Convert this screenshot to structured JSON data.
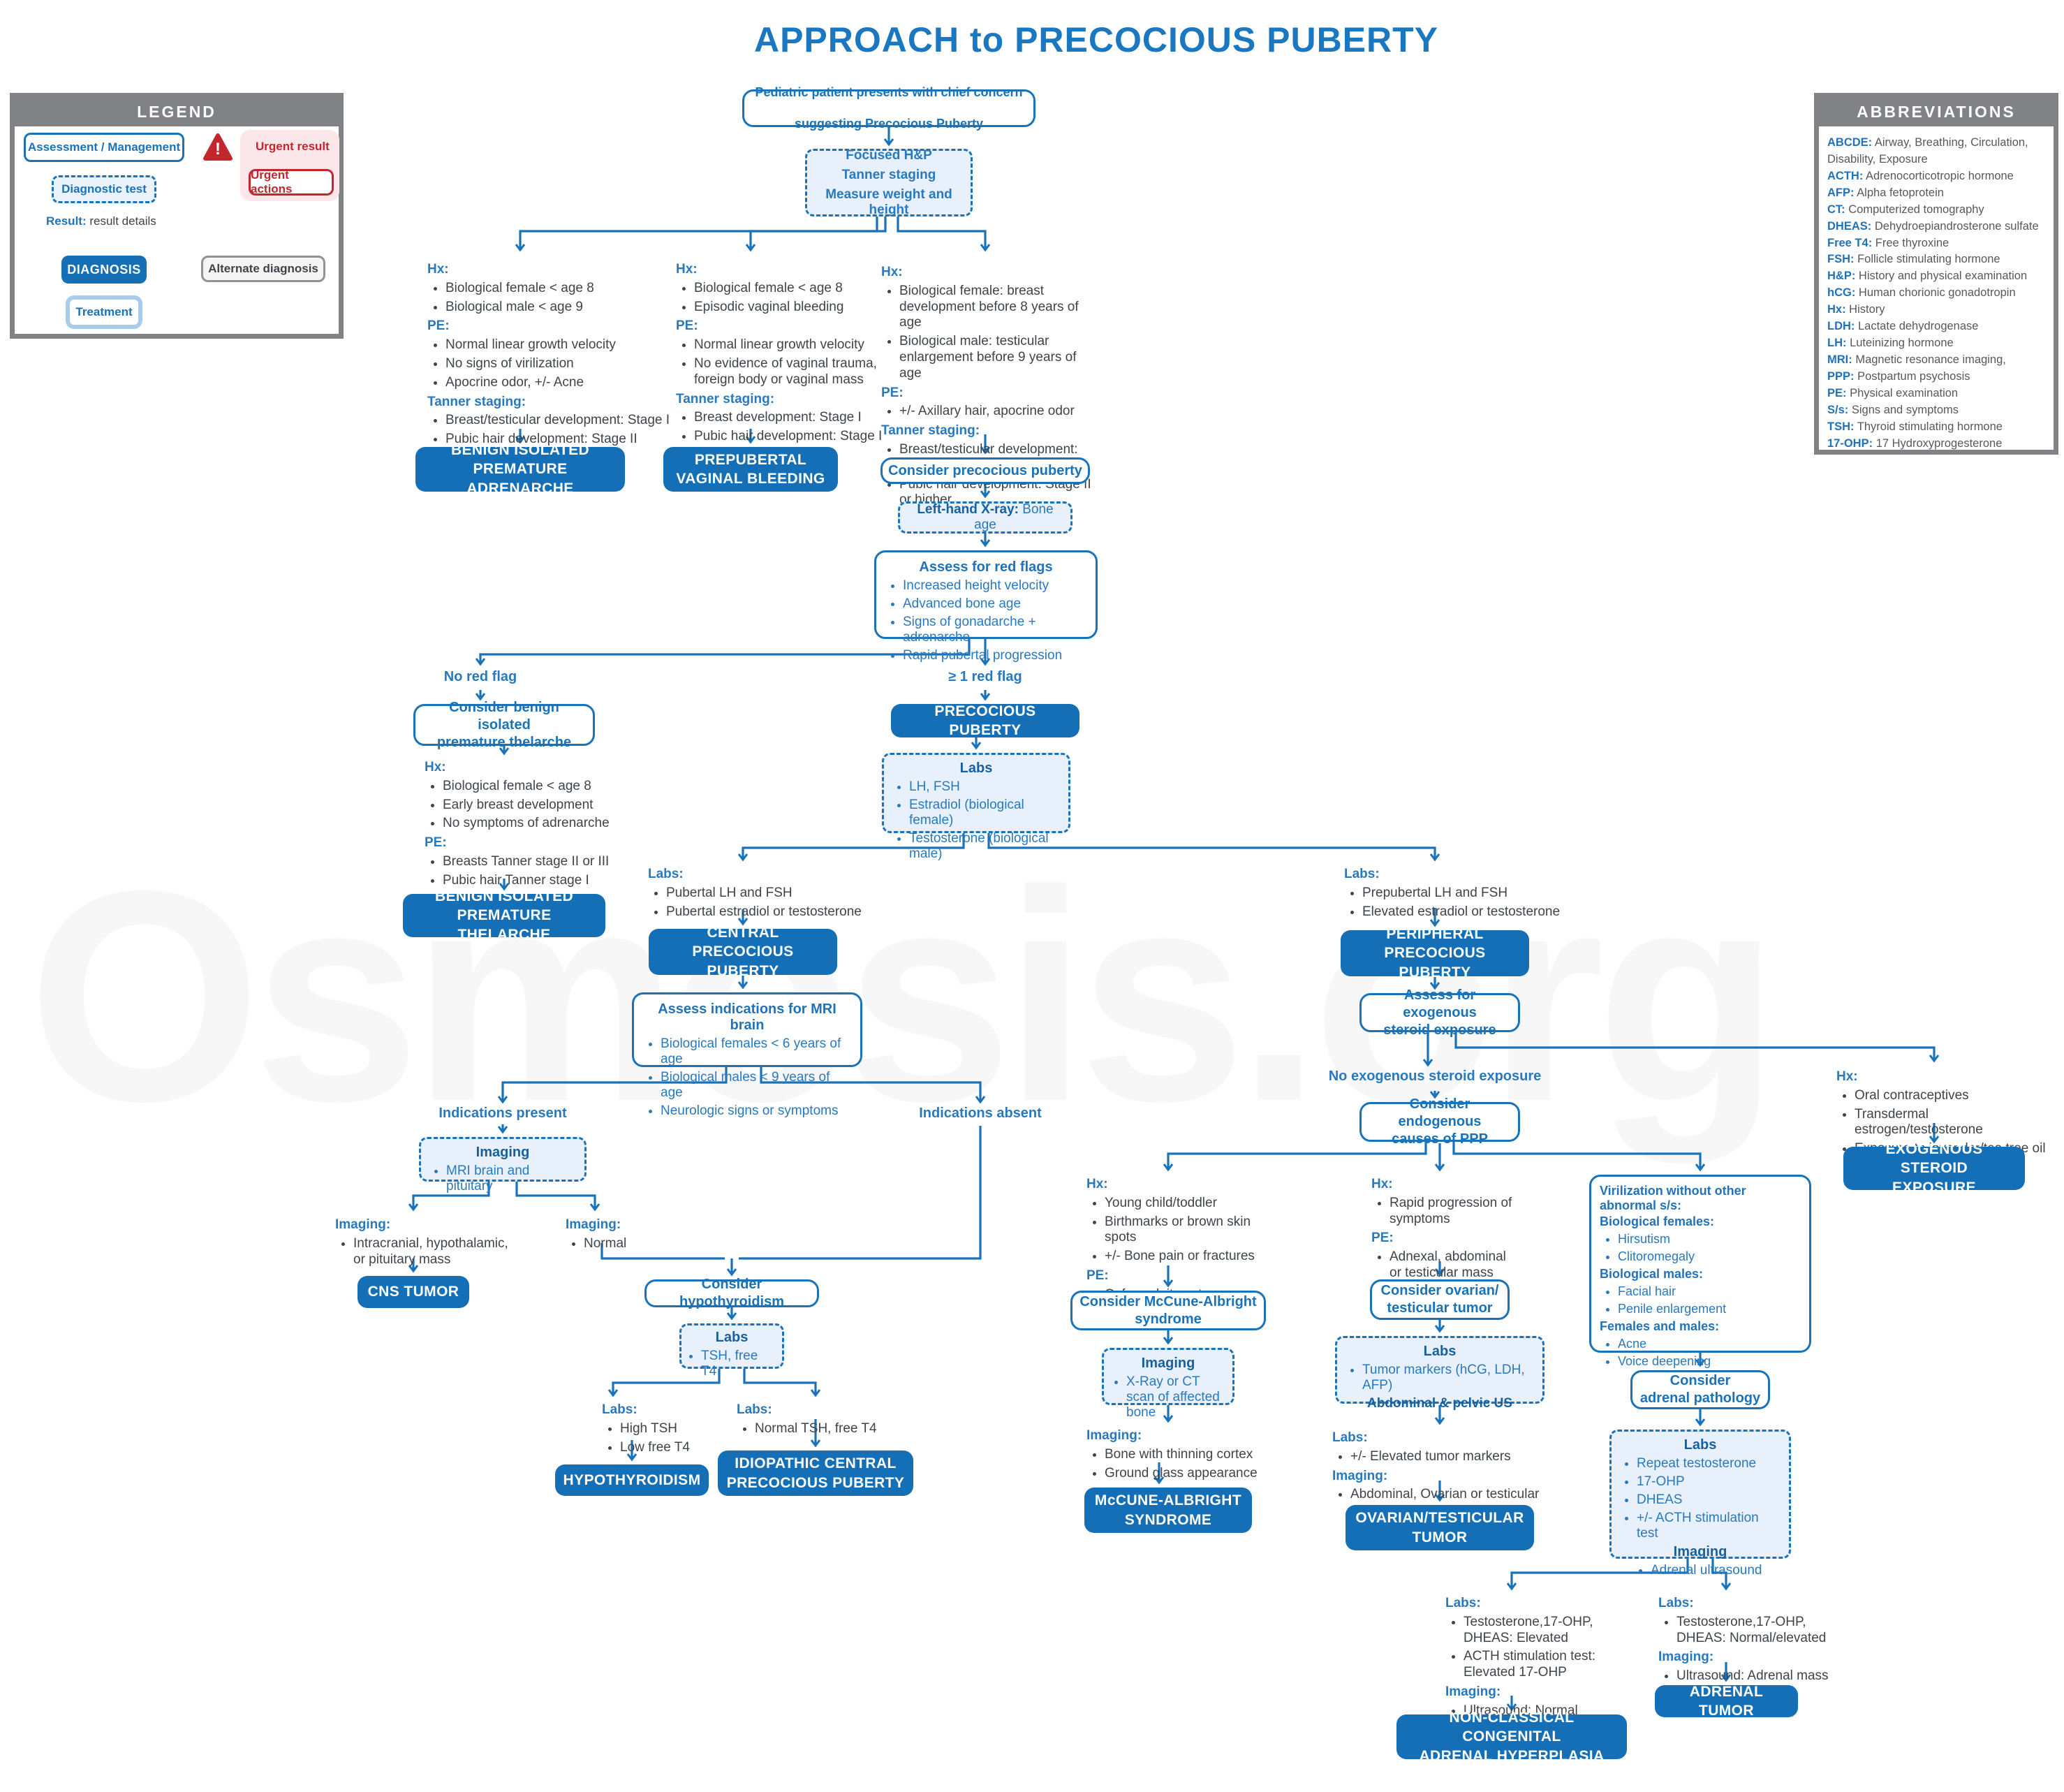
{
  "title": "APPROACH to PRECOCIOUS PUBERTY",
  "watermark": "Osmosis.org",
  "colors": {
    "primary_blue": "#1a73b9",
    "solid_box_blue": "#146fb7",
    "label_blue": "#2979be",
    "body_text": "#3f444a",
    "panel_gray": "#808285",
    "urgent_red": "#c1272d",
    "dashed_fill": "#e8f1fb"
  },
  "legend": {
    "header": "LEGEND",
    "assessment": "Assessment / Management",
    "urgent_result": "Urgent result",
    "urgent_actions": "Urgent actions",
    "diagnostic_test": "Diagnostic test",
    "result_label": "Result:",
    "result_details": " result details",
    "diagnosis": "DIAGNOSIS",
    "treatment": "Treatment",
    "alternate": "Alternate diagnosis",
    "warning_icon": "exclamation-triangle"
  },
  "abbreviations": {
    "header": "ABBREVIATIONS",
    "items": [
      {
        "abbr": "ABCDE:",
        "full": "Airway, Breathing, Circulation, Disability, Exposure"
      },
      {
        "abbr": "ACTH:",
        "full": "Adrenocorticotropic hormone"
      },
      {
        "abbr": "AFP:",
        "full": "Alpha fetoprotein"
      },
      {
        "abbr": "CT:",
        "full": "Computerized tomography"
      },
      {
        "abbr": "DHEAS:",
        "full": "Dehydroepiandrosterone sulfate"
      },
      {
        "abbr": "Free T4:",
        "full": "Free thyroxine"
      },
      {
        "abbr": "FSH:",
        "full": "Follicle stimulating hormone"
      },
      {
        "abbr": "H&P:",
        "full": "History and physical examination"
      },
      {
        "abbr": "hCG:",
        "full": "Human chorionic gonadotropin"
      },
      {
        "abbr": "Hx:",
        "full": "History"
      },
      {
        "abbr": "LDH:",
        "full": "Lactate dehydrogenase"
      },
      {
        "abbr": "LH:",
        "full": "Luteinizing hormone"
      },
      {
        "abbr": "MRI:",
        "full": "Magnetic resonance imaging,"
      },
      {
        "abbr": "PPP:",
        "full": "Postpartum psychosis"
      },
      {
        "abbr": "PE:",
        "full": "Physical examination"
      },
      {
        "abbr": "S/s:",
        "full": "Signs and symptoms"
      },
      {
        "abbr": "TSH:",
        "full": "Thyroid stimulating hormone"
      },
      {
        "abbr": "17-OHP:",
        "full": "17 Hydroxyprogesterone"
      }
    ]
  },
  "labels": {
    "hx": "Hx:",
    "pe": "PE:",
    "tanner": "Tanner staging:",
    "labs": "Labs:",
    "imaging": "Imaging:"
  },
  "flow": {
    "root": {
      "line1": "Pediatric patient presents with chief concern",
      "line2a": "suggesting ",
      "line2b": "Precocious Puberty"
    },
    "triage": {
      "l1": "Focused H&P",
      "l2": "Tanner staging",
      "l3": "Measure weight and height"
    },
    "adrenarche": {
      "hx": [
        "Biological female < age 8",
        "Biological male < age 9"
      ],
      "pe": [
        "Normal linear growth velocity",
        "No signs of virilization",
        "Apocrine odor, +/- Acne"
      ],
      "tanner": [
        "Breast/testicular development: Stage I",
        "Pubic hair development: Stage II"
      ],
      "dx": "BENIGN ISOLATED\nPREMATURE ADRENARCHE"
    },
    "vaginal": {
      "hx": [
        "Biological female < age 8",
        "Episodic vaginal bleeding"
      ],
      "pe": [
        "Normal linear growth velocity",
        "No evidence of vaginal trauma, foreign body or vaginal mass"
      ],
      "tanner": [
        "Breast development: Stage I",
        "Pubic hair development: Stage I"
      ],
      "dx": "PREPUBERTAL\nVAGINAL BLEEDING"
    },
    "pp_col": {
      "hx": [
        "Biological female: breast development before 8 years of age",
        "Biological male: testicular enlargement before 9 years of age"
      ],
      "pe": [
        "+/- Axillary hair, apocrine odor"
      ],
      "tanner": [
        "Breast/testicular development: Stage II or higher",
        "Pubic hair development: Stage II or higher"
      ],
      "consider": "Consider precocious puberty",
      "xray_label": "Left-hand X-ray:",
      "xray_value": " Bone age",
      "redflags_title": "Assess for red flags",
      "redflags": [
        "Increased height velocity",
        "Advanced bone age",
        "Signs of gonadarche + adrenarche",
        "Rapid pubertal progression"
      ],
      "no_flag": "No red flag",
      "ge_flag": "≥ 1 red flag"
    },
    "thelarche": {
      "consider": "Consider benign isolated\npremature thelarche",
      "hx": [
        "Biological female < age 8",
        "Early breast development",
        "No symptoms of adrenarche"
      ],
      "pe": [
        "Breasts Tanner stage II or III",
        "Pubic hair Tanner stage I"
      ],
      "dx": "BENIGN ISOLATED\nPREMATURE THELARCHE"
    },
    "pp": {
      "dx": "PRECOCIOUS PUBERTY",
      "labs_title": "Labs",
      "labs": [
        "LH, FSH",
        "Estradiol (biological female)",
        "Testosterone (biological male)"
      ]
    },
    "central": {
      "labs": [
        "Pubertal LH and FSH",
        "Pubertal estradiol or testosterone"
      ],
      "dx": "CENTRAL PRECOCIOUS\nPUBERTY",
      "mri_title": "Assess indications for MRI brain",
      "mri": [
        "Biological females < 6 years of age",
        "Biological males < 9 years of age",
        "Neurologic signs or symptoms"
      ],
      "present": "Indications present",
      "absent": "Indications absent",
      "imaging_title": "Imaging",
      "imaging": [
        "MRI brain and pituitary"
      ],
      "img_mass": [
        "Intracranial, hypothalamic, or pituitary mass"
      ],
      "img_normal": [
        "Normal"
      ],
      "cns_dx": "CNS TUMOR",
      "hypo_consider": "Consider hypothyroidism",
      "hypo_labs_title": "Labs",
      "hypo_labs": [
        "TSH, free T4"
      ],
      "hypo_high": [
        "High TSH",
        "Low free T4"
      ],
      "hypo_normal": [
        "Normal TSH, free T4"
      ],
      "hypo_dx": "HYPOTHYROIDISM",
      "idio_dx": "IDIOPATHIC CENTRAL\nPRECOCIOUS PUBERTY"
    },
    "peripheral": {
      "labs": [
        "Prepubertal LH and FSH",
        "Elevated estradiol or testosterone"
      ],
      "dx": "PERIPHERAL\nPRECOCIOUS PUBERTY",
      "assess": "Assess for exogenous\nsteroid exposure",
      "no_exposure": "No exogenous steroid exposure",
      "endogenous": "Consider endogenous\ncauses of PPP",
      "exo": {
        "hx": [
          "Oral contraceptives",
          "Transdermal estrogen/testosterone",
          "Exposure to lavender/tea tree oil"
        ],
        "dx": "EXOGENOUS STEROID\nEXPOSURE"
      },
      "mccune": {
        "hx": [
          "Young child/toddler",
          "Birthmarks or brown skin spots",
          "+/- Bone pain or fractures"
        ],
        "pe": [
          "Cafe-au-lait spots"
        ],
        "consider": "Consider McCune-Albright\nsyndrome",
        "imaging_title": "Imaging",
        "imaging": [
          "X-Ray or CT scan of affected bone"
        ],
        "img_results": [
          "Bone with thinning cortex",
          "Ground glass appearance"
        ],
        "dx": "McCUNE-ALBRIGHT\nSYNDROME"
      },
      "gonadal": {
        "hx": [
          "Rapid progression of symptoms"
        ],
        "pe": [
          "Adnexal, abdominal or testicular mass"
        ],
        "consider": "Consider ovarian/\ntesticular tumor",
        "labs_title": "Labs",
        "labs": [
          "Tumor markers (hCG, LDH, AFP)"
        ],
        "labs_extra": "Abdominal & pelvic US",
        "labs_results": [
          "+/- Elevated tumor markers"
        ],
        "img_results": [
          "Abdominal, Ovarian or testicular mass"
        ],
        "dx": "OVARIAN/TESTICULAR\nTUMOR"
      },
      "adrenal": {
        "viril_title": "Virilization without other abnormal s/s:",
        "f_label": "Biological females:",
        "f": [
          "Hirsutism",
          "Clitoromegaly"
        ],
        "m_label": "Biological males:",
        "m": [
          "Facial hair",
          "Penile enlargement"
        ],
        "fm_label": "Females and males:",
        "fm": [
          "Acne",
          "Voice deepening"
        ],
        "consider": "Consider\nadrenal pathology",
        "labs_title": "Labs",
        "labs": [
          "Repeat testosterone",
          "17-OHP",
          "DHEAS",
          "+/- ACTH stimulation test"
        ],
        "imaging_title": "Imaging",
        "imaging": [
          "Adrenal ultrasound"
        ],
        "ncah": {
          "labs": [
            "Testosterone,17-OHP, DHEAS: Elevated",
            "ACTH stimulation test: Elevated 17-OHP"
          ],
          "imaging": [
            "Ultrasound: Normal"
          ],
          "dx": "NON-CLASSICAL CONGENITAL\nADRENAL HYPERPLASIA"
        },
        "tumor": {
          "labs": [
            "Testosterone,17-OHP, DHEAS: Normal/elevated"
          ],
          "imaging": [
            "Ultrasound: Adrenal mass"
          ],
          "dx": "ADRENAL TUMOR"
        }
      }
    }
  }
}
